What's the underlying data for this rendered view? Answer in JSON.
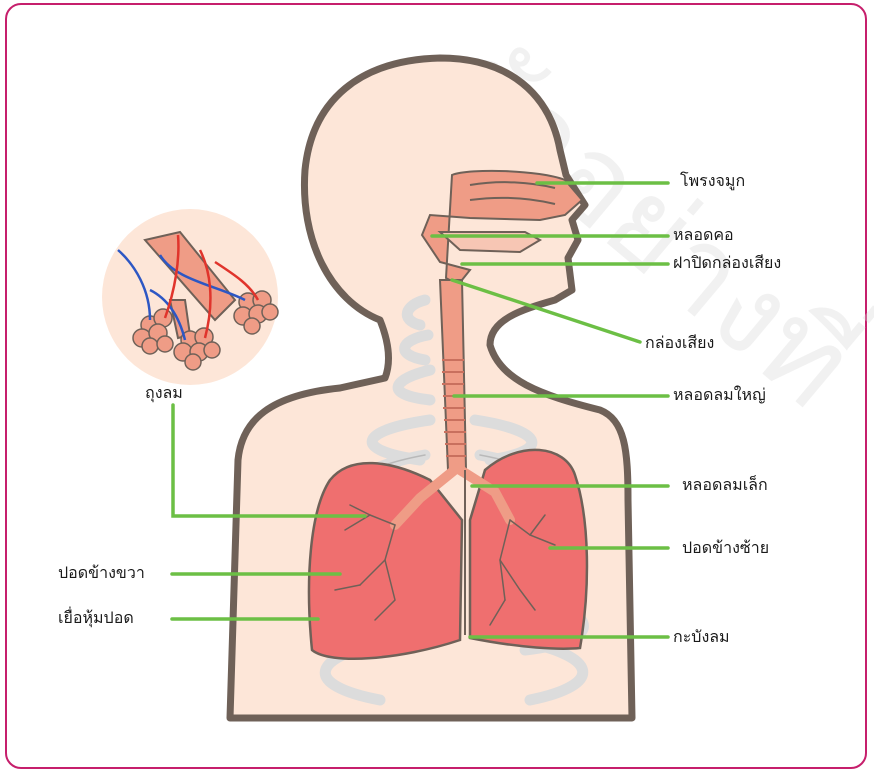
{
  "watermark": "ตัวอย่างที่",
  "labels": {
    "nasal_cavity": "โพรงจมูก",
    "pharynx": "หลอดคอ",
    "epiglottis": "ฝาปิดกล่องเสียง",
    "larynx": "กล่องเสียง",
    "trachea": "หลอดลมใหญ่",
    "bronchi": "หลอดลมเล็ก",
    "left_lung": "ปอดข้างซ้าย",
    "right_lung": "ปอดข้างขวา",
    "pleura": "เยื่อหุ้มปอด",
    "diaphragm": "กะบังลม",
    "alveoli": "ถุงลม"
  },
  "colors": {
    "border": "#c61f6c",
    "skin": "#fde6d8",
    "outline": "#6f6158",
    "lung": "#ef6f6f",
    "airway": "#ef9c86",
    "pointer_line": "#6cbf45",
    "rib": "#dfdfdf",
    "vein": "#2d57c4",
    "artery": "#e0342c"
  }
}
